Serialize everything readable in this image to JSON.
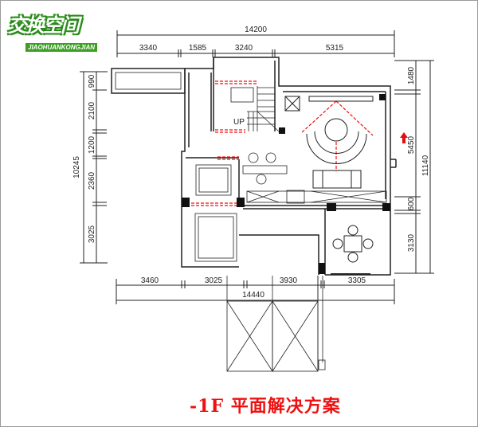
{
  "logo": {
    "main": "交换空间",
    "sub": "JIAOHUANKONGJIAN"
  },
  "title": "-1F 平面解决方案",
  "dimensions": {
    "top_total": "14200",
    "top": [
      "3340",
      "1585",
      "3240",
      "5315"
    ],
    "left_total": "10245",
    "left": [
      "990",
      "2100",
      "1200",
      "2360",
      "3025"
    ],
    "right_total": "11140",
    "right": [
      "1480",
      "5450",
      "600",
      "3130"
    ],
    "bottom_total": "14440",
    "bottom": [
      "3460",
      "3025",
      "3930",
      "3305"
    ]
  },
  "labels": {
    "stairs": "UP"
  },
  "colors": {
    "accent": "#ee1111",
    "logo_green": "#3a9f22"
  }
}
